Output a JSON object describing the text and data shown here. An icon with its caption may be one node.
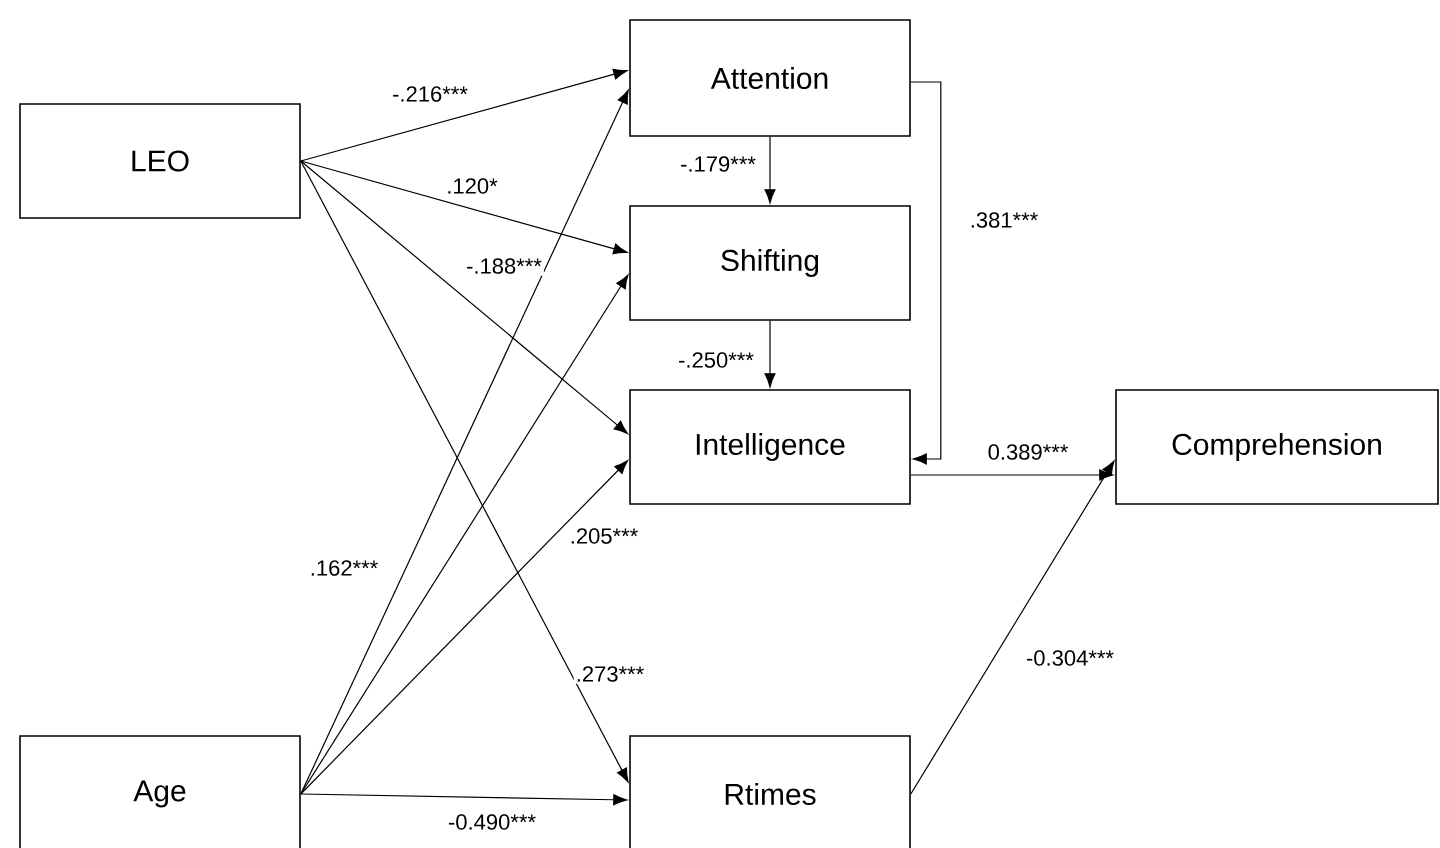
{
  "diagram": {
    "nodes": [
      {
        "text": [
          "LEO"
        ]
      },
      {
        "text": [
          "Attention"
        ]
      },
      {
        "text": [
          "Shifting"
        ]
      },
      {
        "text": [
          "Intelligence"
        ]
      },
      {
        "text": [
          "Comprehension"
        ]
      },
      {
        "text": [
          "Age"
        ]
      },
      {
        "text": [
          "Rtimes"
        ]
      }
    ],
    "edges": [
      {
        "from": 0,
        "to": 1,
        "arrow": "to",
        "label": "-.216***"
      },
      {
        "from": 0,
        "to": 2,
        "arrow": "to",
        "label": ".120*"
      },
      {
        "from": 0,
        "to": 3,
        "arrow": "to",
        "label": "-.188***"
      },
      {
        "from": 0,
        "to": 6,
        "arrow": "to",
        "label": ".273***"
      },
      {
        "from": 5,
        "to": 1,
        "arrow": "to",
        "label": ".162***"
      },
      {
        "from": 5,
        "to": 2,
        "arrow": "to"
      },
      {
        "from": 5,
        "to": 3,
        "arrow": "to",
        "label": ".205***"
      },
      {
        "from": 5,
        "to": 6,
        "arrow": "to",
        "label": "-0.490***"
      },
      {
        "from": 1,
        "to": 2,
        "arrow": "to",
        "label": "-.179***"
      },
      {
        "from": 2,
        "to": 3,
        "arrow": "to",
        "label": "-.250***"
      },
      {
        "from": 1,
        "to": 3,
        "arrow": "to",
        "label": ".381***"
      },
      {
        "from": 3,
        "to": 4,
        "arrow": "to",
        "label": "0.389***"
      },
      {
        "from": 6,
        "to": 4,
        "arrow": "to",
        "label": "-0.304***"
      }
    ]
  }
}
